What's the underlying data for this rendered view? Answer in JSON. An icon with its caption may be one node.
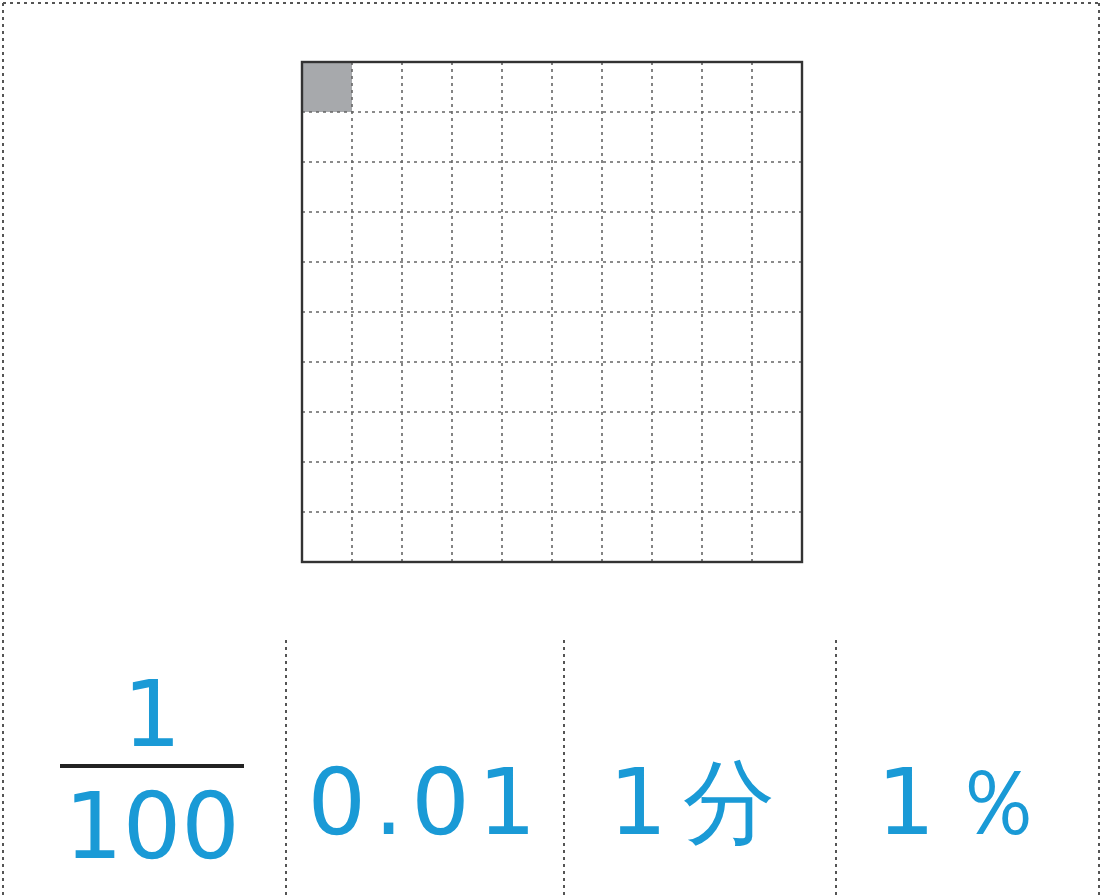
{
  "diagram": {
    "labels": [
      "1",
      "100",
      "0.01",
      "1分",
      "1％"
    ]
  }
}
